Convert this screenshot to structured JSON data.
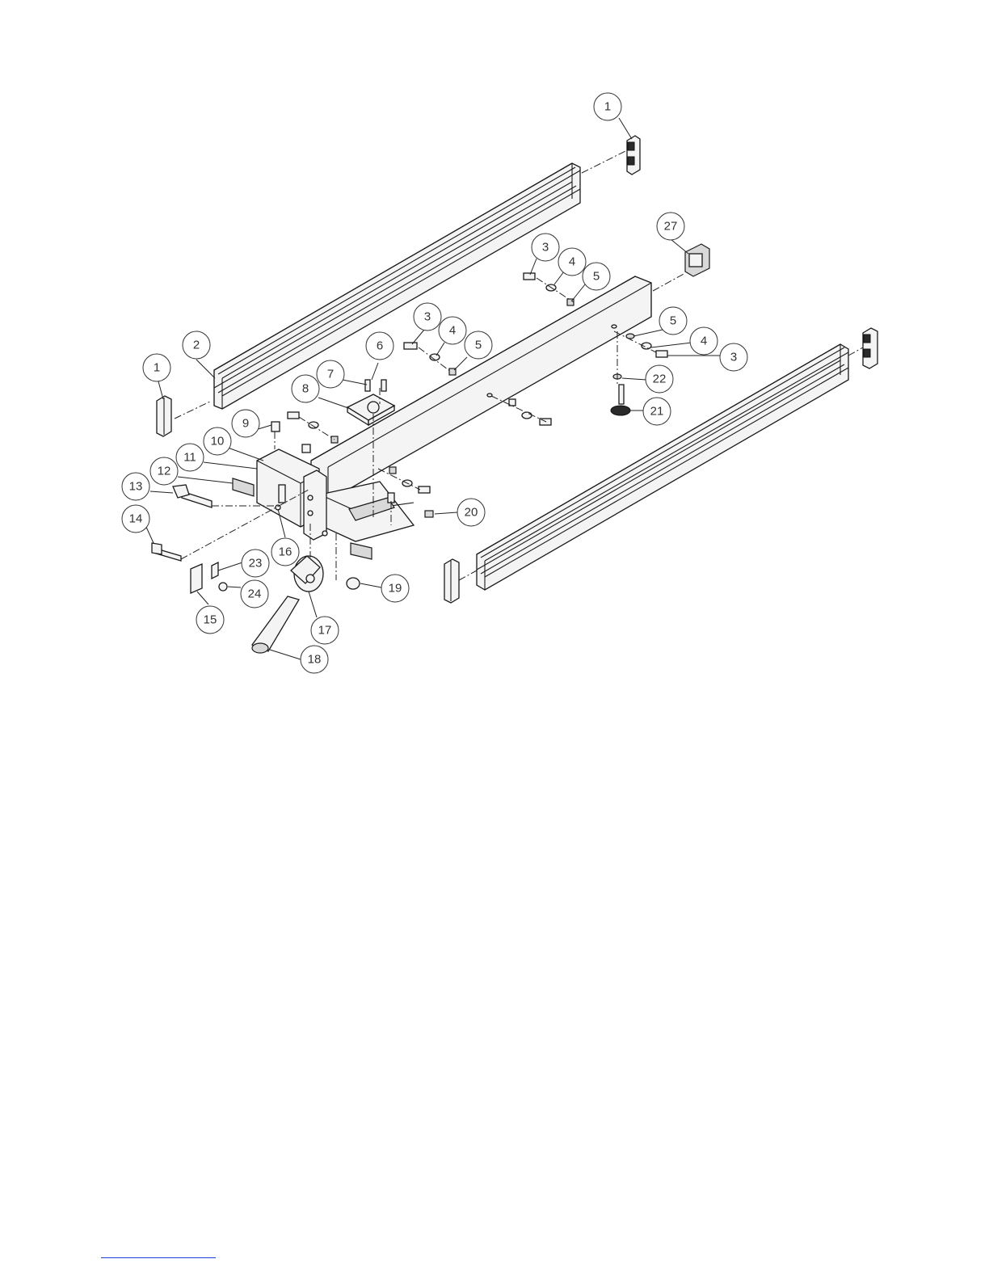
{
  "diagram": {
    "type": "exploded parts diagram",
    "callouts": [
      {
        "id": "c1a",
        "label": "1"
      },
      {
        "id": "c1b",
        "label": "1"
      },
      {
        "id": "c2",
        "label": "2"
      },
      {
        "id": "c3a",
        "label": "3"
      },
      {
        "id": "c3b",
        "label": "3"
      },
      {
        "id": "c3c",
        "label": "3"
      },
      {
        "id": "c4a",
        "label": "4"
      },
      {
        "id": "c4b",
        "label": "4"
      },
      {
        "id": "c4c",
        "label": "4"
      },
      {
        "id": "c5a",
        "label": "5"
      },
      {
        "id": "c5b",
        "label": "5"
      },
      {
        "id": "c5c",
        "label": "5"
      },
      {
        "id": "c6",
        "label": "6"
      },
      {
        "id": "c7",
        "label": "7"
      },
      {
        "id": "c8",
        "label": "8"
      },
      {
        "id": "c9",
        "label": "9"
      },
      {
        "id": "c10",
        "label": "10"
      },
      {
        "id": "c11",
        "label": "11"
      },
      {
        "id": "c12",
        "label": "12"
      },
      {
        "id": "c13",
        "label": "13"
      },
      {
        "id": "c14",
        "label": "14"
      },
      {
        "id": "c15",
        "label": "15"
      },
      {
        "id": "c16",
        "label": "16"
      },
      {
        "id": "c17",
        "label": "17"
      },
      {
        "id": "c18",
        "label": "18"
      },
      {
        "id": "c19",
        "label": "19"
      },
      {
        "id": "c20",
        "label": "20"
      },
      {
        "id": "c21",
        "label": "21"
      },
      {
        "id": "c22",
        "label": "22"
      },
      {
        "id": "c23",
        "label": "23"
      },
      {
        "id": "c24",
        "label": "24"
      },
      {
        "id": "c27",
        "label": "27"
      }
    ]
  },
  "colors": {
    "line": "#1a1a1a",
    "bubble_stroke": "#333333",
    "link_underline": "#1f3fd9"
  }
}
